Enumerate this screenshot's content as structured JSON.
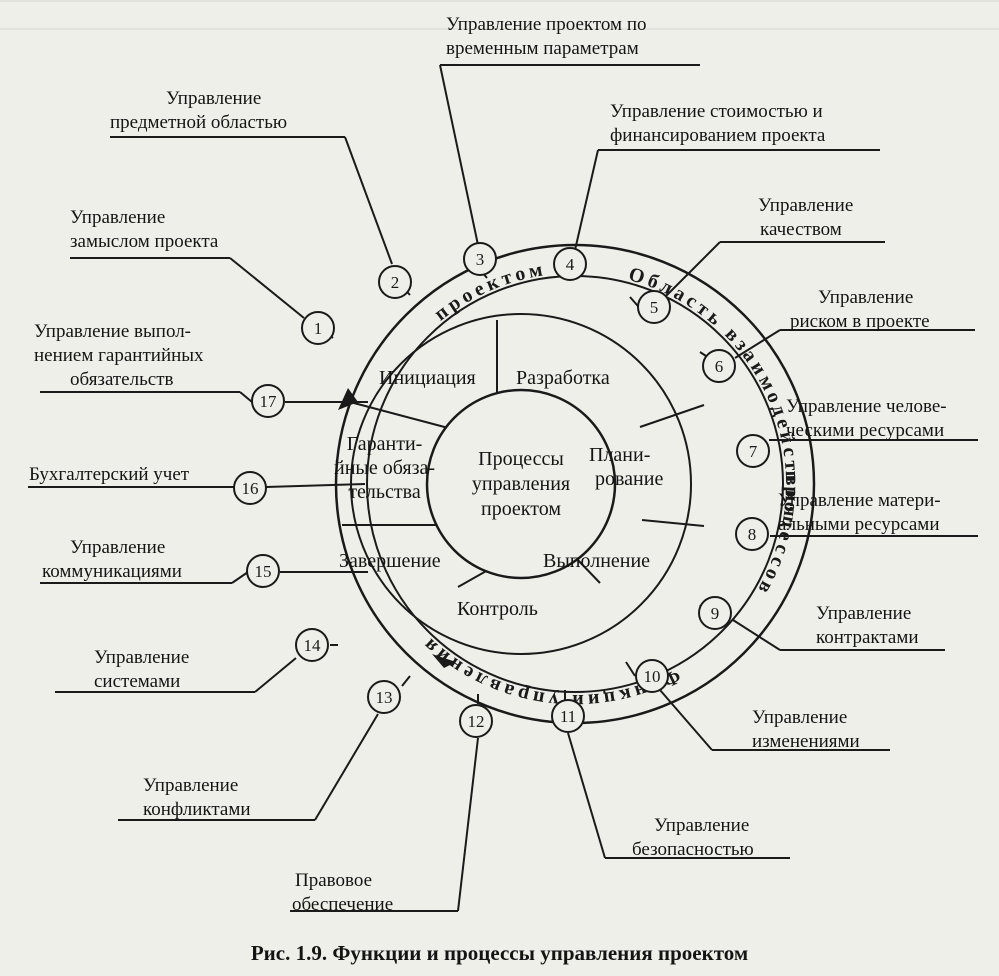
{
  "center_label": [
    "Процессы",
    "управления",
    "проектом"
  ],
  "ring_text_top": "Область взаимодействия",
  "ring_text_right": "процессов",
  "ring_text_bottom": "Функции управления",
  "ring_text_left": "проектом",
  "processes": {
    "initiation": "Инициация",
    "development": "Разработка",
    "planning": [
      "Плани-",
      "рование"
    ],
    "execution": "Выполнение",
    "control": "Контроль",
    "completion": "Завершение",
    "warranty": [
      "Гаранти-",
      "йные обяза-",
      "тельства"
    ]
  },
  "functions": [
    {
      "num": "1",
      "lines": [
        "Управление",
        "замыслом проекта"
      ]
    },
    {
      "num": "2",
      "lines": [
        "Управление",
        "предметной областью"
      ]
    },
    {
      "num": "3",
      "lines": [
        "Управление проектом по",
        "временным параметрам"
      ]
    },
    {
      "num": "4",
      "lines": [
        "Управление стоимостью и",
        "финансированием проекта"
      ]
    },
    {
      "num": "5",
      "lines": [
        "Управление",
        "качеством"
      ]
    },
    {
      "num": "6",
      "lines": [
        "Управление",
        "риском в проекте"
      ]
    },
    {
      "num": "7",
      "lines": [
        "Управление челове-",
        "ческими ресурсами"
      ]
    },
    {
      "num": "8",
      "lines": [
        "Управление матери-",
        "альными ресурсами"
      ]
    },
    {
      "num": "9",
      "lines": [
        "Управление",
        "контрактами"
      ]
    },
    {
      "num": "10",
      "lines": []
    },
    {
      "num": "11",
      "lines": [
        "Управление",
        "изменениями"
      ]
    },
    {
      "num": "12",
      "lines": [
        "Управление",
        "безопасностью"
      ]
    },
    {
      "num": "13",
      "lines": [
        "Правовое",
        "обеспечение"
      ]
    },
    {
      "num": "14",
      "lines": [
        "Управление",
        "конфликтами"
      ]
    },
    {
      "num": "15",
      "lines": [
        "Управление",
        "системами"
      ]
    },
    {
      "num": "16",
      "lines": [
        "Управление",
        "коммуникациями"
      ]
    },
    {
      "num": "17",
      "lines": [
        "Бухгалтерский учет"
      ]
    },
    {
      "num": "",
      "lines": [
        "Управление выпол-",
        "нением гарантийных",
        "обязательств"
      ]
    }
  ],
  "caption": "Рис. 1.9. Функции и процессы управления проектом"
}
